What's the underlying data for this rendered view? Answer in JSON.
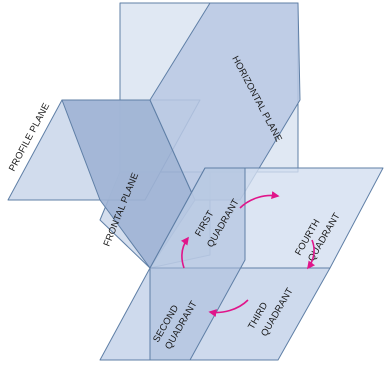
{
  "labels": {
    "profile_plane": "PROFILE PLANE",
    "horizontal_plane": "HORIZONTAL PLANE",
    "frontal_plane": "FRONTAL PLANE",
    "first_quadrant": [
      "FIRST",
      "QUADRANT"
    ],
    "second_quadrant": [
      "SECOND",
      "QUADRANT"
    ],
    "third_quadrant": [
      "THIRD",
      "QUADRANT"
    ],
    "fourth_quadrant": [
      "FOURTH",
      "QUADRANT"
    ]
  },
  "colors": {
    "plane_fill": "#c9d6ea",
    "plane_fill_dark": "#9fb2d4",
    "plane_stroke": "#5f7fa6",
    "arrow": "#e0158a",
    "text": "#1a1a1a"
  }
}
